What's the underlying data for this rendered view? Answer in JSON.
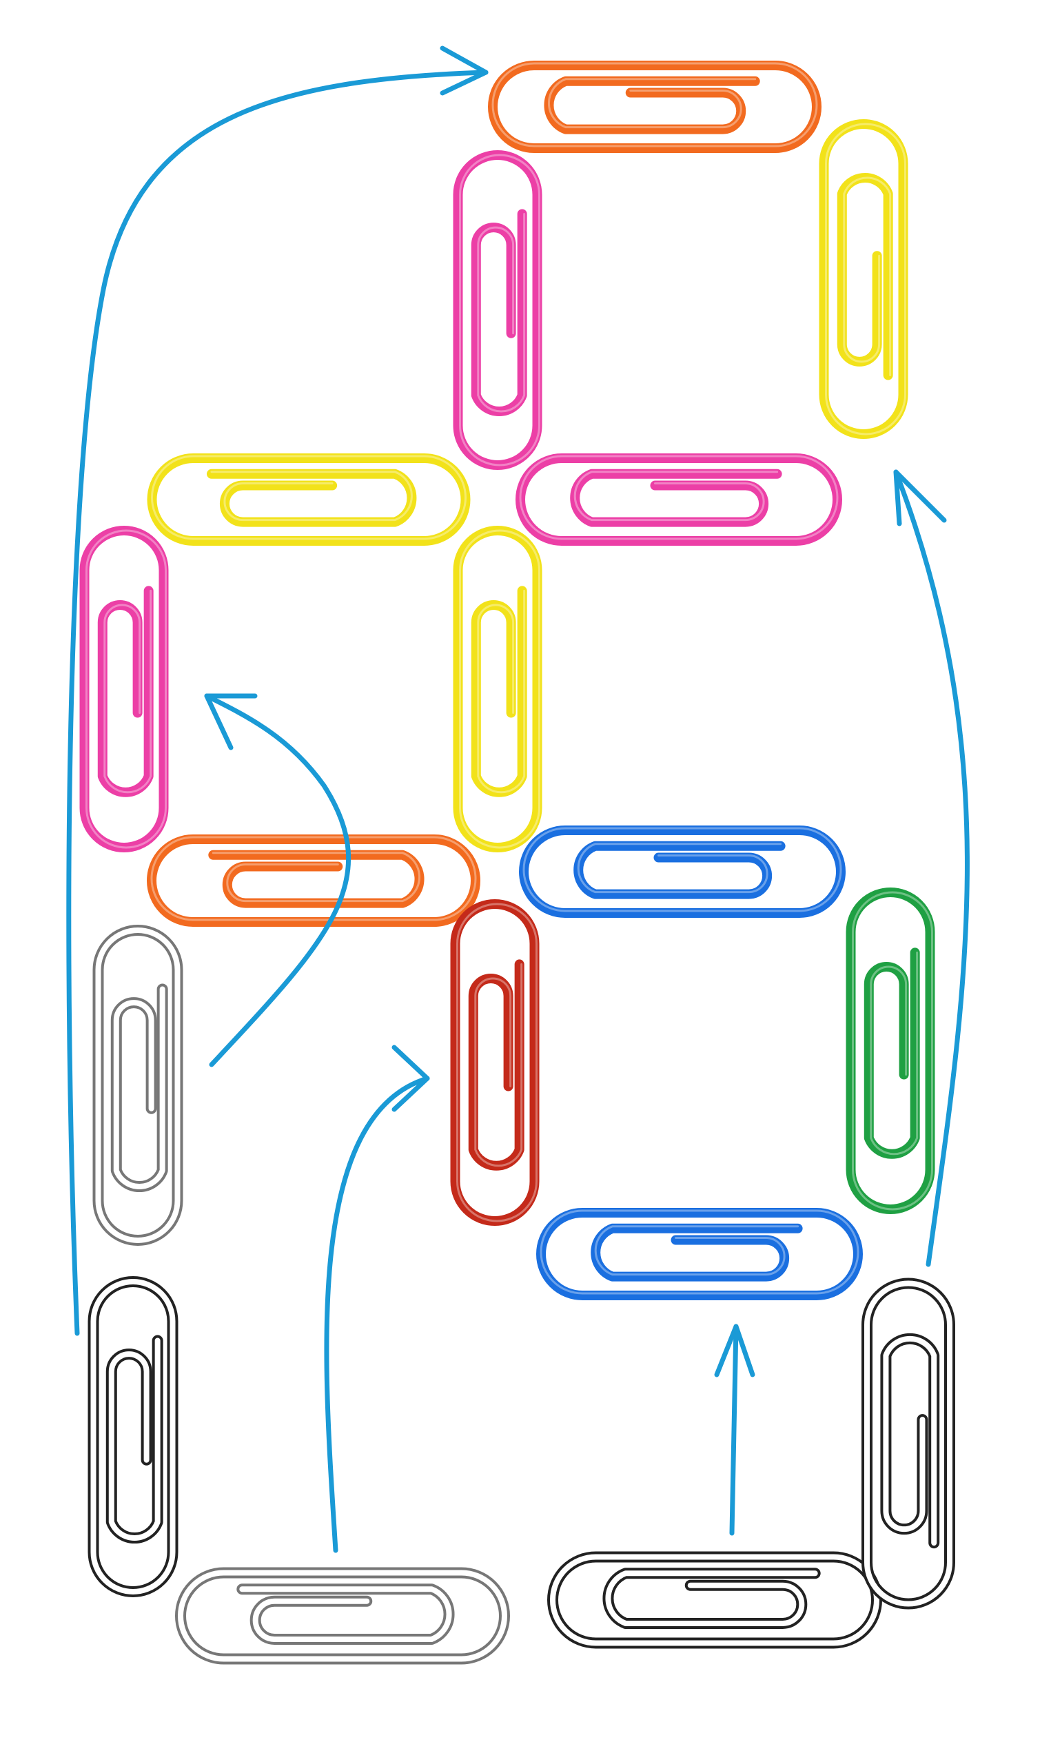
{
  "scene": {
    "background": "#ffffff",
    "arrow_color": "#1a9ad6",
    "colors": {
      "orange": "#f26a1f",
      "pink": "#ec3fa6",
      "yellow": "#f2e21a",
      "blue": "#1a6fe0",
      "red": "#c42a1a",
      "green": "#1fa043",
      "outline": "#222222",
      "outline_light": "#777777"
    },
    "clips": [
      {
        "id": "clip-orange-top",
        "color": "orange"
      },
      {
        "id": "clip-pink-top",
        "color": "pink"
      },
      {
        "id": "clip-yellow-top-right",
        "color": "yellow"
      },
      {
        "id": "clip-yellow-left",
        "color": "yellow"
      },
      {
        "id": "clip-pink-middle",
        "color": "pink"
      },
      {
        "id": "clip-pink-left",
        "color": "pink"
      },
      {
        "id": "clip-yellow-center",
        "color": "yellow"
      },
      {
        "id": "clip-orange-middle",
        "color": "orange"
      },
      {
        "id": "clip-blue-middle",
        "color": "blue"
      },
      {
        "id": "clip-red",
        "color": "red"
      },
      {
        "id": "clip-green",
        "color": "green"
      },
      {
        "id": "clip-blue-bottom",
        "color": "blue"
      },
      {
        "id": "clip-outline-left-upper",
        "color": "outline_light"
      },
      {
        "id": "clip-outline-left-lower",
        "color": "outline"
      },
      {
        "id": "clip-outline-bottom-left",
        "color": "outline_light"
      },
      {
        "id": "clip-outline-bottom-right",
        "color": "outline"
      },
      {
        "id": "clip-outline-right",
        "color": "outline"
      }
    ]
  }
}
